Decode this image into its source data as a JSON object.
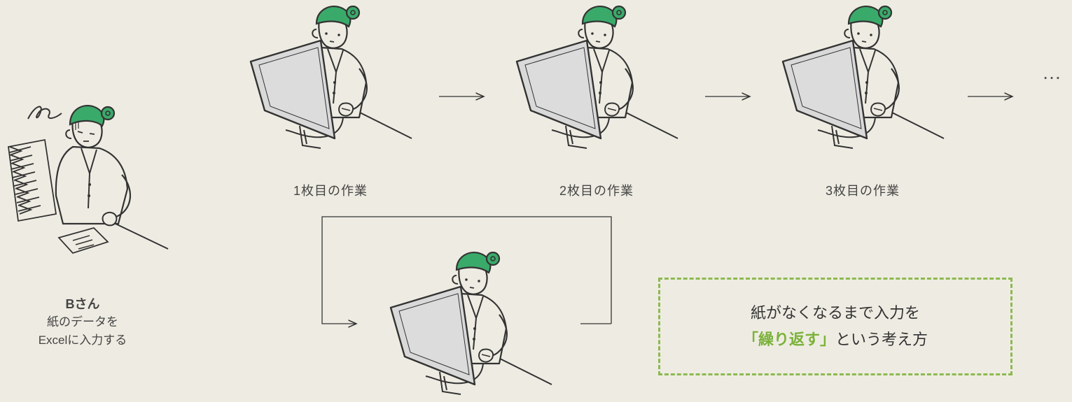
{
  "person_b": {
    "name": "Bさん",
    "line1": "紙のデータを",
    "line2": "Excelに入力する"
  },
  "steps": [
    {
      "label": "1枚目の作業"
    },
    {
      "label": "2枚目の作業"
    },
    {
      "label": "3枚目の作業"
    }
  ],
  "ellipsis": "…",
  "callout": {
    "line1": "紙がなくなるまで入力を",
    "emphasis": "「繰り返す」",
    "line2_rest": "という考え方"
  },
  "colors": {
    "background": "#EEECE2",
    "hair": "#3AAA6A",
    "accent": "#8DB950",
    "ink": "#333333",
    "screen": "#D9D9D9"
  }
}
